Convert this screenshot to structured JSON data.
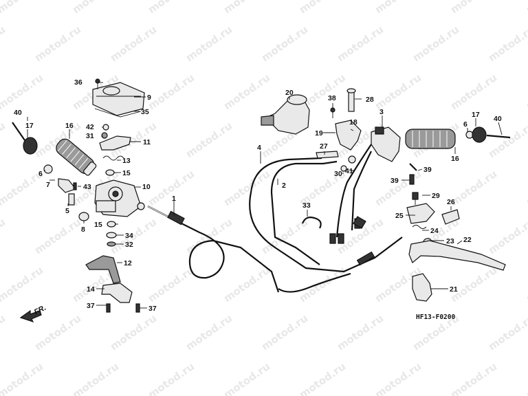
{
  "diagram": {
    "watermark_text": "motod.ru",
    "figure_code": "HF13-F0200",
    "direction_label": "FR.",
    "part_labels": [
      "1",
      "2",
      "3",
      "4",
      "5",
      "6",
      "7",
      "8",
      "9",
      "10",
      "11",
      "12",
      "13",
      "14",
      "15",
      "16",
      "17",
      "18",
      "19",
      "20",
      "21",
      "22",
      "23",
      "24",
      "25",
      "26",
      "27",
      "28",
      "29",
      "30",
      "31",
      "32",
      "33",
      "34",
      "35",
      "36",
      "37",
      "38",
      "39",
      "40",
      "41",
      "42",
      "43"
    ]
  }
}
